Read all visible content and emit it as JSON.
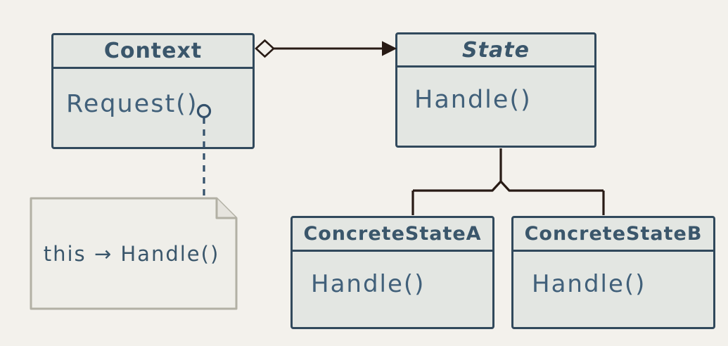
{
  "diagram": {
    "kind": "uml-class-diagram",
    "colors": {
      "background": "#f3f1ec",
      "class_fill": "#e3e6e2",
      "class_border": "#31495c",
      "class_text": "#3a566b",
      "method_text": "#41607a",
      "connector": "#281b15",
      "note_fill": "#efeee9",
      "note_border": "#b2b0a4",
      "note_anchor": "#33506b"
    }
  },
  "classes": [
    {
      "name": "Context",
      "methods": [
        "Request()"
      ],
      "abstract": false
    },
    {
      "name": "State",
      "methods": [
        "Handle()"
      ],
      "abstract": true
    },
    {
      "name": "ConcreteStateA",
      "methods": [
        "Handle()"
      ],
      "abstract": false
    },
    {
      "name": "ConcreteStateB",
      "methods": [
        "Handle()"
      ],
      "abstract": false
    }
  ],
  "note": {
    "text": "this → Handle()"
  },
  "relationships": [
    {
      "type": "aggregation",
      "from": "Context",
      "to": "State"
    },
    {
      "type": "inheritance",
      "from": "ConcreteStateA",
      "to": "State"
    },
    {
      "type": "inheritance",
      "from": "ConcreteStateB",
      "to": "State"
    },
    {
      "type": "note-anchor",
      "from": "note",
      "to": "Context.Request()"
    }
  ]
}
